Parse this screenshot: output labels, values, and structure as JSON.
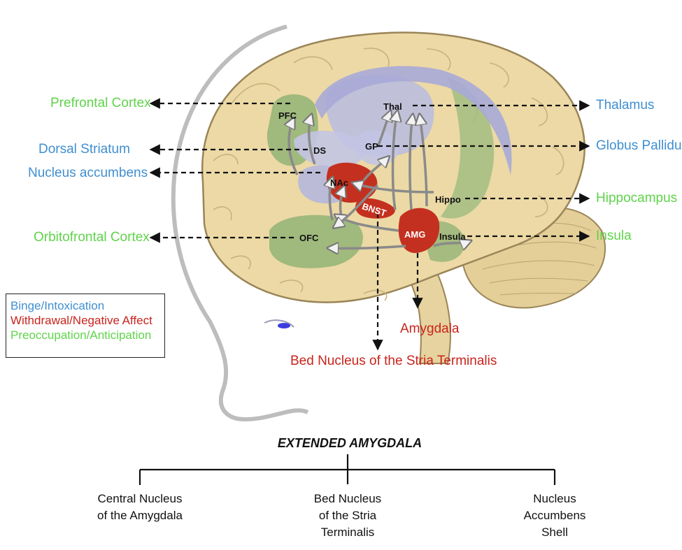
{
  "colors": {
    "binge": "#3f8fd1",
    "withdrawal": "#c8241c",
    "preoccupation": "#5fd34a",
    "brain": "#ecd9a5",
    "brain_outline": "#9a8558",
    "green_region": "#93b376",
    "purple_region": "#a8a9d8",
    "red_region": "#c4301f"
  },
  "regions": {
    "pfc": "PFC",
    "ds": "DS",
    "gp": "GP",
    "thal": "Thal",
    "nac": "NAc",
    "bnst": "BNST",
    "amg": "AMG",
    "hippo": "Hippo",
    "insula": "Insula",
    "ofc": "OFC"
  },
  "labels": {
    "prefrontal_cortex": "Prefrontal Cortex",
    "dorsal_striatum": "Dorsal Striatum",
    "nucleus_accumbens": "Nucleus accumbens",
    "orbitofrontal_cortex": "Orbitofrontal Cortex",
    "thalamus": "Thalamus",
    "globus_pallidus": "Globus Pallidus",
    "hippocampus": "Hippocampus",
    "insula": "Insula",
    "amygdala": "Amygdala",
    "bnst": "Bed Nucleus of the Stria Terminalis"
  },
  "legend": {
    "binge": "Binge/Intoxication",
    "withdrawal": "Withdrawal/Negative Affect",
    "preoccupation": "Preoccupation/Anticipation"
  },
  "tree": {
    "title": "EXTENDED AMYGDALA",
    "left": [
      "Central Nucleus",
      "of the Amygdala"
    ],
    "middle": [
      "Bed Nucleus",
      "of the Stria",
      "Terminalis"
    ],
    "right": [
      "Nucleus",
      "Accumbens",
      "Shell"
    ]
  }
}
